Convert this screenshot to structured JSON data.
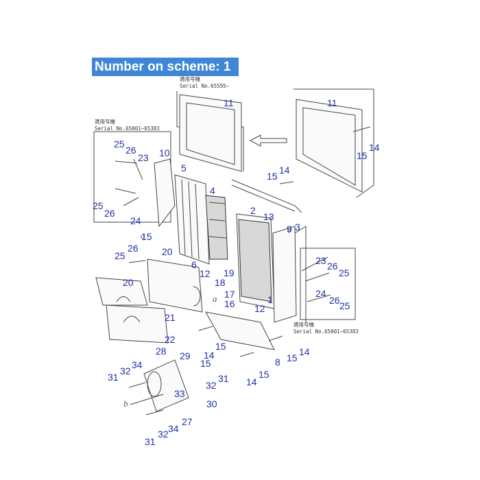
{
  "banner": {
    "text": "Number on scheme: 1"
  },
  "notes": {
    "n1_jp": "適用号機",
    "n1_serial": "Serial No.65595~",
    "n2_jp": "適用号機",
    "n2_serial": "Serial No.65001~65383",
    "n3_jp": "適用号機",
    "n3_serial": "Serial No.65001~65383"
  },
  "callouts": [
    "11",
    "11",
    "14",
    "15",
    "25",
    "26",
    "23",
    "10",
    "5",
    "15",
    "14",
    "4",
    "25",
    "26",
    "24",
    "2",
    "13",
    "9",
    "3",
    "15",
    "26",
    "25",
    "20",
    "6",
    "12",
    "18",
    "19",
    "23",
    "26",
    "25",
    "20",
    "17",
    "16",
    "1",
    "12",
    "24",
    "26",
    "25",
    "21",
    "22",
    "15",
    "28",
    "29",
    "14",
    "15",
    "8",
    "15",
    "14",
    "14",
    "15",
    "34",
    "32",
    "31",
    "32",
    "31",
    "33",
    "30",
    "27",
    "34",
    "32",
    "31"
  ],
  "letters": [
    "a",
    "a",
    "b",
    "a"
  ]
}
